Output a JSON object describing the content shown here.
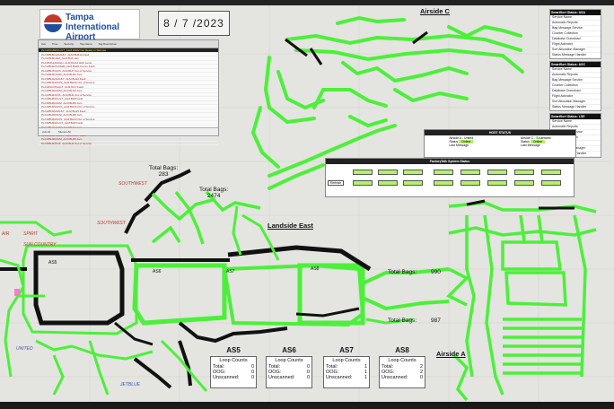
{
  "header": {
    "logo_line1": "Tampa",
    "logo_line2": "International",
    "logo_line3": "Airport",
    "date": "8 / 7 /2023"
  },
  "areas": {
    "airside_c": "Airside C",
    "landside_east": "Landside East",
    "airside_a": "Airside A"
  },
  "carriers": {
    "southwest_1": "SOUTHWEST",
    "southwest_2": "SOUTHWEST",
    "spirit": "SPIRIT",
    "sun_country": "SUN COUNTRY",
    "united": "UNITED",
    "jetblue": "JETBLUE",
    "air": "AIR"
  },
  "bags": {
    "tb1_label": "Total Bags:",
    "tb1_value": "283",
    "tb2_label": "Total Bags:",
    "tb2_value": "2474",
    "tb3_label": "Total Bags:",
    "tb3_value": "990",
    "tb4_label": "Total Bags:",
    "tb4_value": "987"
  },
  "loops": [
    {
      "name": "AS5",
      "header": "Loop Counts",
      "total_label": "Total:",
      "total": "0",
      "oog_label": "OOG:",
      "oog": "0",
      "unscanned_label": "Unscanned:",
      "unscanned": "0"
    },
    {
      "name": "AS6",
      "header": "Loop Counts",
      "total_label": "Total:",
      "total": "0",
      "oog_label": "OOG:",
      "oog": "0",
      "unscanned_label": "Unscanned:",
      "unscanned": "0"
    },
    {
      "name": "AS7",
      "header": "Loop Counts",
      "total_label": "Total:",
      "total": "1",
      "oog_label": "OOG:",
      "oog": "1",
      "unscanned_label": "Unscanned:",
      "unscanned": "1"
    },
    {
      "name": "AS8",
      "header": "Loop Counts",
      "total_label": "Total:",
      "total": "2",
      "oog_label": "OOG:",
      "oog": "2",
      "unscanned_label": "Unscanned:",
      "unscanned": "0"
    }
  ],
  "loop_labels": {
    "as5": "AS5",
    "as6": "AS6",
    "as7": "AS7",
    "as8": "AS8"
  },
  "status_panels": [
    {
      "title": "SmartSort Status: ASA",
      "items": [
        "Service Name",
        "Automatic Reports",
        "Bag Message Service",
        "Counter Collection",
        "Database Download",
        "Flight Activator",
        "Sort Allocation Manager",
        "Status Message Handler"
      ]
    },
    {
      "title": "SmartSort Status: ASC",
      "items": [
        "Service Name",
        "Automatic Reports",
        "Bag Message Service",
        "Counter Collection",
        "Database Download",
        "Flight Activator",
        "Sort Allocation Manager",
        "Status Message Handler"
      ]
    },
    {
      "title": "SmartSort Status: LSE",
      "items": [
        "Service Name",
        "Automatic Reports",
        "Bag Message Service",
        "Counter Collection",
        "Flight Activator",
        "Sort Allocation Manager",
        "Status Message Handler"
      ]
    }
  ],
  "host_status": {
    "title": "HOST STATUS",
    "left_title": "Airside A - United",
    "right_title": "Airside C - Southwest",
    "status_label": "Status",
    "online": "Online",
    "last_message": "Last Message"
  },
  "ptss": {
    "title": "FactoryTalk System Status",
    "refresh": "Refresh"
  },
  "alarm_table": {
    "headers": [
      "Ack",
      "Time",
      "Severity",
      "Tag Name",
      "Tag Description"
    ],
    "rows": [
      "PLC2/DG82/FAULT_ALM  DG82 Not Ready in Remote",
      "PLC5/BH51A/FAULT_ALM  BH51A Fault",
      "PLC1/BH6/JAM_ALM  BH6 Jam",
      "PLC3/DG14/HIGH_ALM  DG14 High Level",
      "PLC4/BH22/COMM_ALM  BH22 Comm Fault",
      "PLC2/BH7/OOS_ALM  BH7 Out of Service",
      "PLC1/BH31/JAM_ALM  BH31 Jam",
      "PLC5/BH12/FAULT_ALM  BH12 Fault",
      "PLC3/BH44/OOS_ALM  BH44 Out of Service",
      "PLC4/DG7/FAULT_ALM  DG7 Fault",
      "PLC2/BH19/JAM_ALM  BH19 Jam",
      "PLC1/BH2/OOS_ALM  BH2 Out of Service",
      "PLC3/BH8/FAULT_ALM  BH8 Fault",
      "PLC5/BH60/JAM_ALM  BH60 Jam",
      "PLC4/BH33/OOS_ALM  BH33 Out of Service",
      "PLC2/BH15/FAULT_ALM  BH15 Fault",
      "PLC1/BH28/JAM_ALM  BH28 Jam",
      "PLC3/BH40/OOS_ALM  BH40 Out of Service",
      "PLC5/BH9/FAULT_ALM  BH9 Fault",
      "PLC4/BH21/JAM_ALM  BH21 Jam",
      "PLC2/BH5/OOS_ALM  BH5 Out of Service",
      "PLC1/BH17/FAULT_ALM  BH17 Fault",
      "PLC3/BH36/JAM_ALM  BH36 Jam",
      "PLC5/BH3/OOS_ALM  BH3 Out of Service"
    ],
    "footer_left": "Ack All",
    "footer_mid": "Silence All"
  },
  "colors": {
    "conveyor": "#4cf03a",
    "conveyor_dark": "#111111",
    "screen_bg": "#e4e4e0"
  }
}
